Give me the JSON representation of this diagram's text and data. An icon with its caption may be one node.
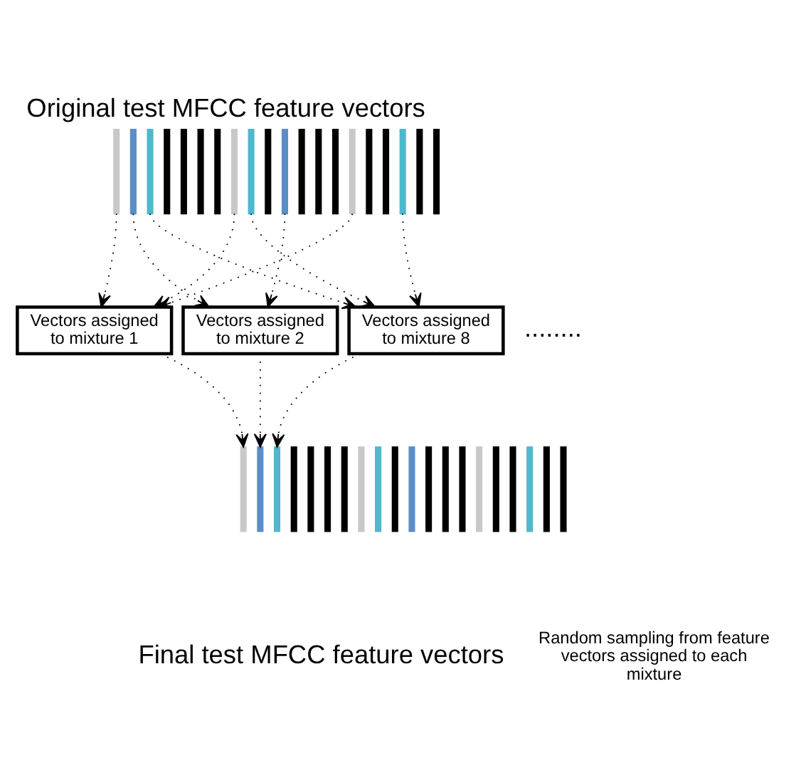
{
  "diagram": {
    "title": "Original test MFCC feature vectors",
    "caption": "Final test MFCC feature vectors",
    "nodes": [
      {
        "text": [],
        "shape": "bar"
      },
      {
        "text": [],
        "shape": "bar"
      },
      {
        "text": [],
        "shape": "bar"
      },
      {
        "text": [],
        "shape": "bar"
      },
      {
        "text": [],
        "shape": "bar"
      },
      {
        "text": [],
        "shape": "bar"
      },
      {
        "text": [],
        "shape": "bar"
      },
      {
        "text": [],
        "shape": "bar"
      },
      {
        "text": [],
        "shape": "bar"
      },
      {
        "text": [],
        "shape": "bar"
      },
      {
        "text": [],
        "shape": "bar"
      },
      {
        "text": [],
        "shape": "bar"
      },
      {
        "text": [],
        "shape": "bar"
      },
      {
        "text": [],
        "shape": "bar"
      },
      {
        "text": [],
        "shape": "bar"
      },
      {
        "text": [],
        "shape": "bar"
      },
      {
        "text": [],
        "shape": "bar"
      },
      {
        "text": [],
        "shape": "bar"
      },
      {
        "text": [],
        "shape": "bar"
      },
      {
        "text": [],
        "shape": "bar"
      },
      {
        "text": [
          "Vectors assigned to mixture 1"
        ]
      },
      {
        "text": [
          "Vectors assigned to mixture 2"
        ]
      },
      {
        "text": [
          "Vectors assigned to mixture 8"
        ]
      },
      {
        "text": [],
        "shape": "bar"
      },
      {
        "text": [],
        "shape": "bar"
      },
      {
        "text": [],
        "shape": "bar"
      },
      {
        "text": [],
        "shape": "bar"
      },
      {
        "text": [],
        "shape": "bar"
      },
      {
        "text": [],
        "shape": "bar"
      },
      {
        "text": [],
        "shape": "bar"
      },
      {
        "text": [],
        "shape": "bar"
      },
      {
        "text": [],
        "shape": "bar"
      },
      {
        "text": [],
        "shape": "bar"
      },
      {
        "text": [],
        "shape": "bar"
      },
      {
        "text": [],
        "shape": "bar"
      },
      {
        "text": [],
        "shape": "bar"
      },
      {
        "text": [],
        "shape": "bar"
      },
      {
        "text": [],
        "shape": "bar"
      },
      {
        "text": [],
        "shape": "bar"
      },
      {
        "text": [],
        "shape": "bar"
      },
      {
        "text": [],
        "shape": "bar"
      },
      {
        "text": [],
        "shape": "bar"
      },
      {
        "text": [],
        "shape": "bar"
      }
    ],
    "edges": [
      {
        "from": 0,
        "to": 20,
        "arrow": "to",
        "style": "dashed"
      },
      {
        "from": 7,
        "to": 20,
        "arrow": "to",
        "style": "dashed"
      },
      {
        "from": 14,
        "to": 20,
        "arrow": "to",
        "style": "dashed"
      },
      {
        "from": 1,
        "to": 21,
        "arrow": "to",
        "style": "dashed"
      },
      {
        "from": 10,
        "to": 21,
        "arrow": "to",
        "style": "dashed"
      },
      {
        "from": 2,
        "to": 22,
        "arrow": "to",
        "style": "dashed"
      },
      {
        "from": 8,
        "to": 22,
        "arrow": "to",
        "style": "dashed"
      },
      {
        "from": 17,
        "to": 22,
        "arrow": "to",
        "style": "dashed"
      },
      {
        "from": 20,
        "to": 23,
        "arrow": "to",
        "style": "dashed"
      },
      {
        "from": 21,
        "to": 24,
        "arrow": "to",
        "style": "dashed"
      },
      {
        "from": 22,
        "to": 25,
        "arrow": "to",
        "style": "dashed"
      }
    ],
    "labels": [
      "........",
      "Random sampling from feature vectors assigned to each mixture"
    ]
  }
}
